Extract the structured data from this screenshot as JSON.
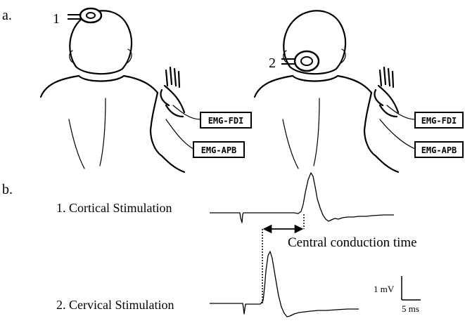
{
  "panel_a": {
    "label": "a.",
    "left": {
      "coil_number": "1",
      "box_upper": "EMG-FDI",
      "box_lower": "EMG-APB"
    },
    "right": {
      "coil_number": "2",
      "box_upper": "EMG-FDI",
      "box_lower": "EMG-APB"
    }
  },
  "panel_b": {
    "label": "b.",
    "trace1_label": "1. Cortical Stimulation",
    "trace2_label": "2. Cervical Stimulation",
    "interval_label": "Central conduction time",
    "scale_voltage": "1 mV",
    "scale_time": "5 ms"
  }
}
